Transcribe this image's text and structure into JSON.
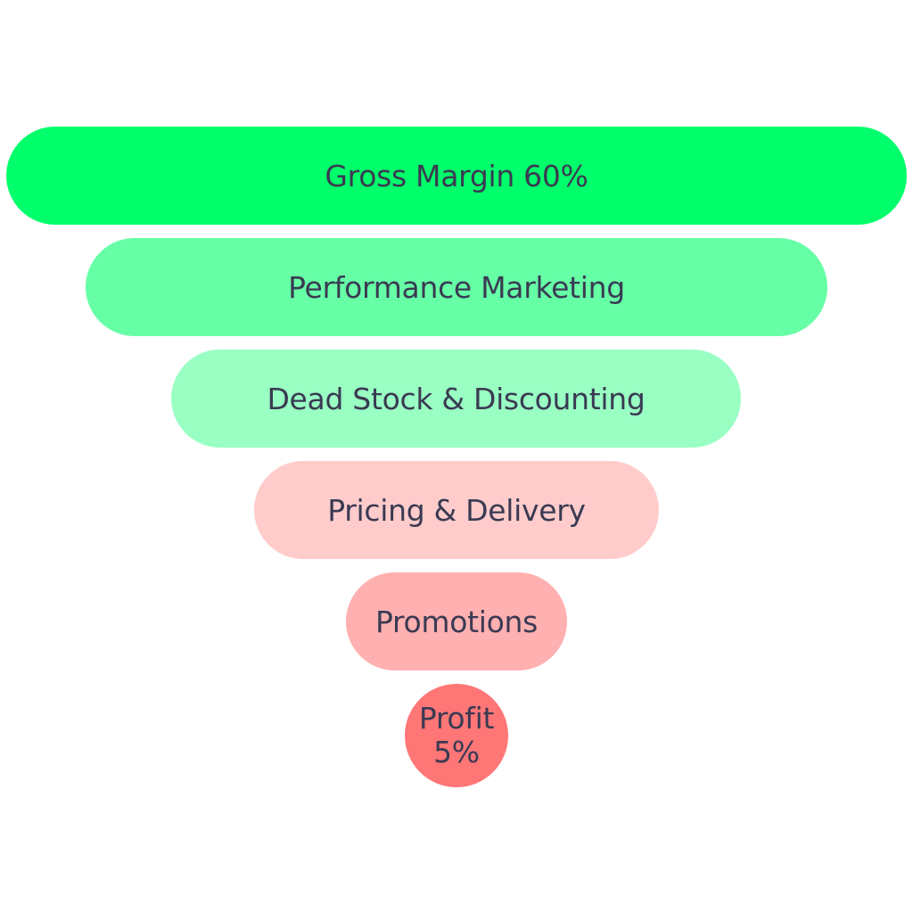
{
  "funnel": {
    "stages": [
      {
        "label": "Gross Margin 60%",
        "color": "#00ff6a"
      },
      {
        "label": "Performance Marketing",
        "color": "#66ffa6"
      },
      {
        "label": "Dead Stock & Discounting",
        "color": "#99ffc3"
      },
      {
        "label": "Pricing & Delivery",
        "color": "#ffcccb"
      },
      {
        "label": "Promotions",
        "color": "#ffb0b0"
      }
    ],
    "final": {
      "line1": "Profit",
      "line2": "5%",
      "color": "#ff7677"
    }
  }
}
